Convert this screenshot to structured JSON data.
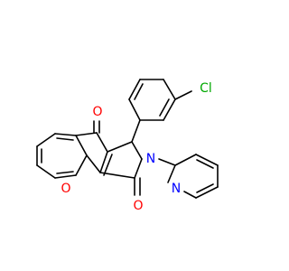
{
  "colors": {
    "background": "#ffffff",
    "bond": "#000000",
    "oxygen": "#ff0000",
    "nitrogen": "#0000ff",
    "chlorine": "#00a800"
  },
  "atoms": {
    "carbonyl_oxygen_top": "O",
    "ring_oxygen": "O",
    "carbonyl_oxygen_right": "O",
    "amide_nitrogen": "N",
    "pyridine_nitrogen": "N",
    "chlorine": "Cl"
  }
}
